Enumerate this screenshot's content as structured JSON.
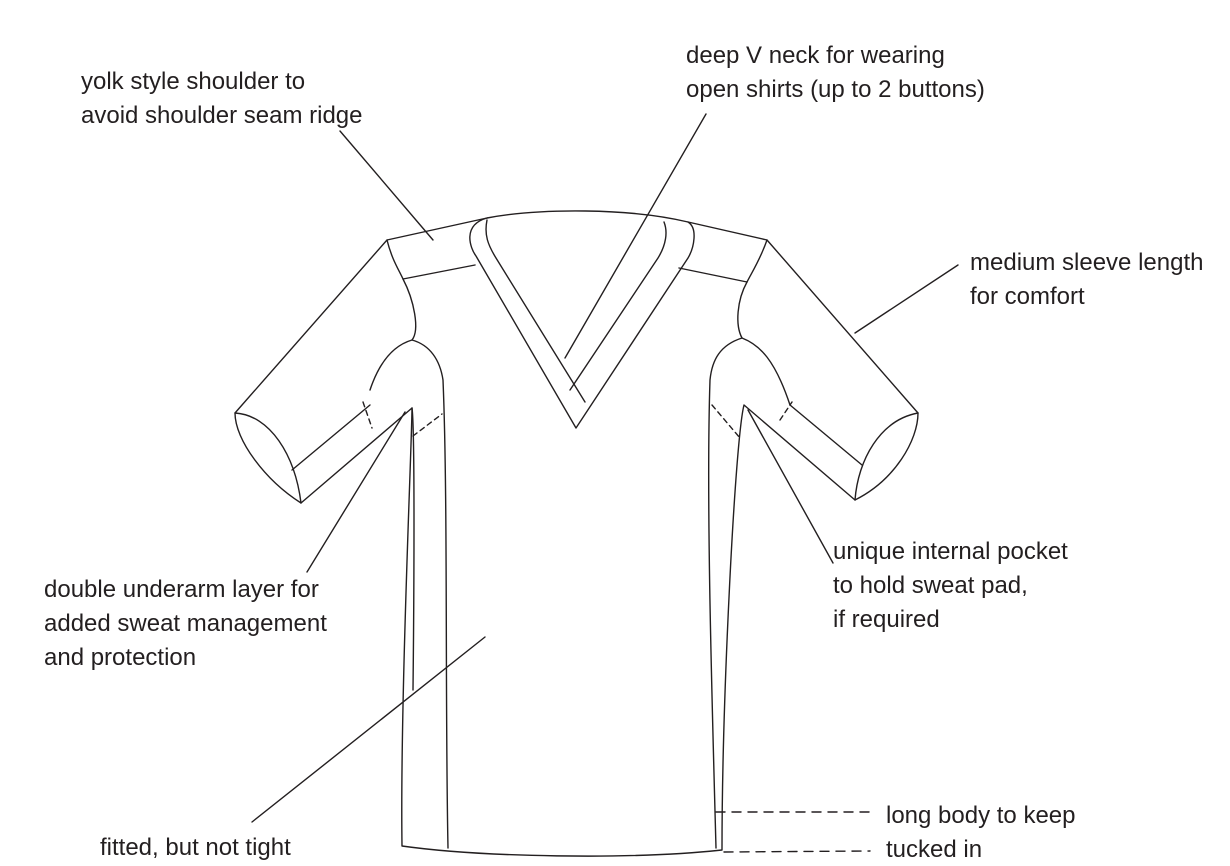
{
  "diagram": {
    "line_color": "#231f20",
    "background": "#ffffff",
    "annotations": {
      "yoke": {
        "lines": [
          "yolk style shoulder to",
          "avoid shoulder seam ridge"
        ]
      },
      "v_neck": {
        "lines": [
          "deep V neck for wearing",
          "open shirts (up to 2 buttons)"
        ]
      },
      "sleeve": {
        "lines": [
          "medium sleeve length",
          "for comfort"
        ]
      },
      "underarm": {
        "lines": [
          "double underarm layer for",
          "added sweat management",
          "and protection"
        ]
      },
      "pocket": {
        "lines": [
          "unique internal pocket",
          "to hold sweat pad,",
          "if required"
        ]
      },
      "fit": {
        "lines": [
          "fitted, but not tight"
        ]
      },
      "long_body": {
        "lines": [
          "long body to keep",
          "tucked in"
        ]
      }
    }
  }
}
